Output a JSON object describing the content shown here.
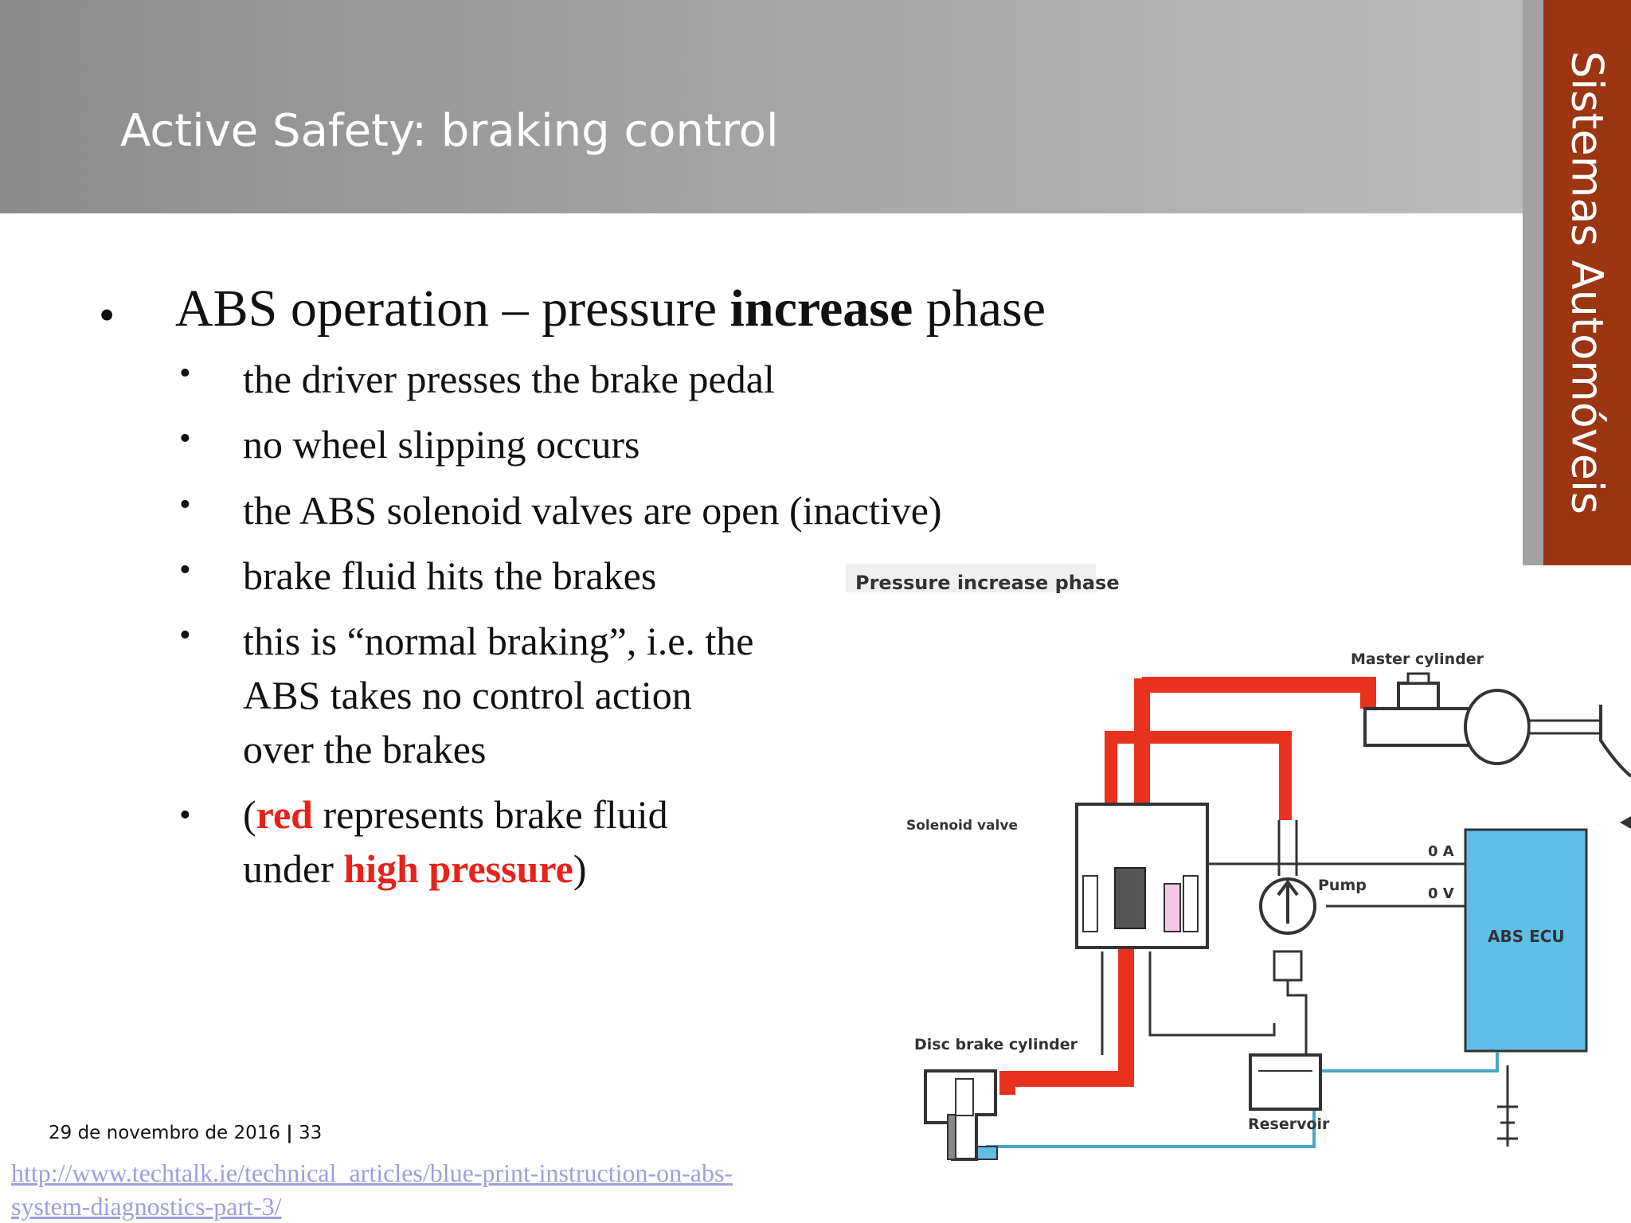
{
  "header": {
    "title": "Active Safety: braking control"
  },
  "side_tab": {
    "label": "Sistemas Automóveis"
  },
  "content": {
    "main_bullet": {
      "prefix": "ABS operation – pressure ",
      "bold": "increase",
      "suffix": " phase"
    },
    "sub_bullets": [
      {
        "text": "the driver presses the brake pedal"
      },
      {
        "text": "no wheel slipping occurs"
      },
      {
        "text": "the ABS solenoid valves are open (inactive)"
      },
      {
        "text": "brake fluid hits the brakes"
      },
      {
        "lines": [
          "this is “normal braking”, i.e. the",
          "ABS takes no control action",
          "over the brakes"
        ]
      },
      {
        "open": "(",
        "red1": "red",
        "mid": " represents brake fluid",
        "line2_prefix": "under ",
        "red2": "high pressure",
        "close": ")"
      }
    ]
  },
  "diagram": {
    "title": "Pressure increase phase",
    "labels": {
      "master_cylinder": "Master cylinder",
      "solenoid_valve": "Solenoid valve",
      "pump": "Pump",
      "signal_a": "0 A",
      "signal_v": "0 V",
      "ecu": "ABS ECU",
      "disc_brake": "Disc brake cylinder",
      "reservoir": "Reservoir"
    },
    "colors": {
      "high_pressure": "#e8321e",
      "ecu": "#5fbee8",
      "signal_line": "#4aa6c8",
      "line": "#333333"
    }
  },
  "footer": {
    "date": "29 de novembro de 2016",
    "separator": "|",
    "page": "33",
    "source_lines": [
      "http://www.techtalk.ie/technical_articles/blue-print-instruction-on-abs-",
      "system-diagnostics-part-3/"
    ]
  }
}
